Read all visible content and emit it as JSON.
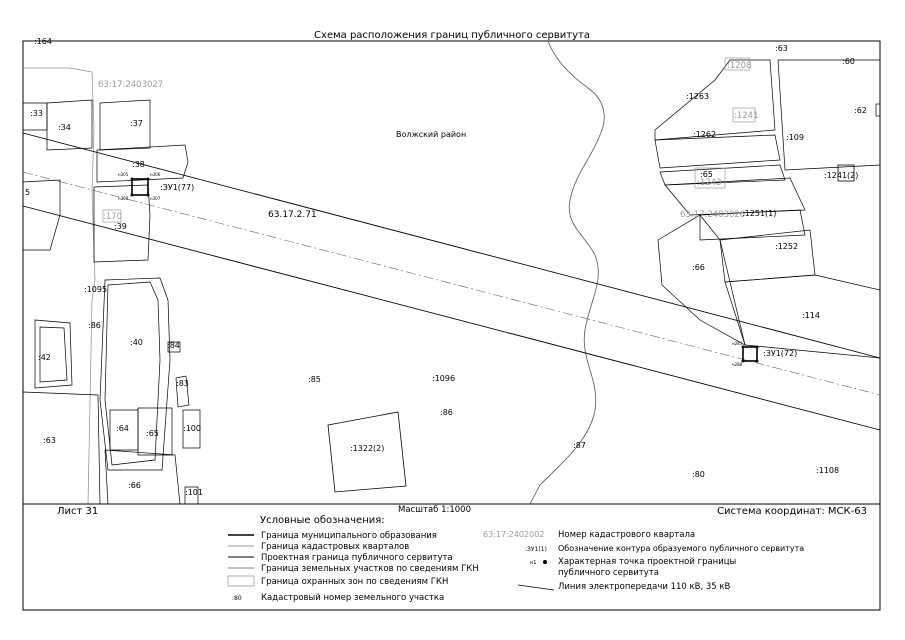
{
  "title": "Схема расположения границ публичного сервитута",
  "region": "Волжский район",
  "sheet": "Лист 31",
  "scale": "Масштаб 1:1000",
  "coord_system": "Система координат: МСК-63",
  "line_code": "63.17.2.71",
  "quarters": [
    {
      "id": "q1",
      "text": "63:17:2403027"
    },
    {
      "id": "q2",
      "text": "63:17:2403026"
    }
  ],
  "parcels": [
    {
      "id": "p164",
      "text": ":164"
    },
    {
      "id": "p33",
      "text": ":33"
    },
    {
      "id": "p34",
      "text": ":34"
    },
    {
      "id": "p37",
      "text": ":37"
    },
    {
      "id": "p38",
      "text": ":38"
    },
    {
      "id": "p5",
      "text": "5"
    },
    {
      "id": "p170",
      "text": ":170"
    },
    {
      "id": "p39",
      "text": ":39"
    },
    {
      "id": "p1095",
      "text": ":1095"
    },
    {
      "id": "p86a",
      "text": ":86"
    },
    {
      "id": "p40",
      "text": ":40"
    },
    {
      "id": "p84",
      "text": ":84"
    },
    {
      "id": "p42",
      "text": ":42"
    },
    {
      "id": "p83",
      "text": ":83"
    },
    {
      "id": "p85",
      "text": ":85"
    },
    {
      "id": "p1096",
      "text": ":1096"
    },
    {
      "id": "p86b",
      "text": ":86"
    },
    {
      "id": "p63a",
      "text": ":63"
    },
    {
      "id": "p64",
      "text": ":64"
    },
    {
      "id": "p65a",
      "text": ":65"
    },
    {
      "id": "p100",
      "text": ":100"
    },
    {
      "id": "p66a",
      "text": ":66"
    },
    {
      "id": "p101",
      "text": ":101"
    },
    {
      "id": "p1322",
      "text": ":1322(2)"
    },
    {
      "id": "p87",
      "text": ":87"
    },
    {
      "id": "p63b",
      "text": ":63"
    },
    {
      "id": "p1208",
      "text": ":1208"
    },
    {
      "id": "p60",
      "text": ":60"
    },
    {
      "id": "p1263",
      "text": ":1263"
    },
    {
      "id": "p62",
      "text": ":62"
    },
    {
      "id": "p1241",
      "text": ":1241"
    },
    {
      "id": "p1262",
      "text": ":1262"
    },
    {
      "id": "p109",
      "text": ":109"
    },
    {
      "id": "p65b",
      "text": ":65"
    },
    {
      "id": "p1243",
      "text": ":1243"
    },
    {
      "id": "p1241b",
      "text": ":1241(2)"
    },
    {
      "id": "p1251",
      "text": ":1251(1)"
    },
    {
      "id": "p1252",
      "text": ":1252"
    },
    {
      "id": "p66b",
      "text": ":66"
    },
    {
      "id": "p114",
      "text": ":114"
    },
    {
      "id": "p80",
      "text": ":80"
    },
    {
      "id": "p1108",
      "text": ":1108"
    }
  ],
  "servitude_labels": [
    {
      "id": "s77",
      "text": ":ЗУ1(77)"
    },
    {
      "id": "s72",
      "text": ":ЗУ1(72)"
    }
  ],
  "legend": {
    "heading": "Условные обозначения:",
    "items_left": [
      "Граница муниципального образования",
      "Граница кадастровых кварталов",
      "Проектная граница публичного сервитута",
      "Граница земельных участков по сведениям ГКН",
      "Граница охранных зон по сведениям ГКН",
      "Кадастровый номер земельного участка"
    ],
    "parcel_sample": ":80",
    "quarter_sample": "63:17:2402002",
    "quarter_label": "Номер кадастрового квартала",
    "zu_sample": ":ЗУ1(1)",
    "zu_label": "Обозначение контура образуемого публичного сервитута",
    "point_sample": "н1",
    "point_label_1": "Характерная точка проектной границы",
    "point_label_2": "публичного сервитута",
    "powerline_label": "Линия электропередачи 110 кВ, 35 кВ"
  },
  "colors": {
    "line": "#000000",
    "gray_text": "#9a9a9a",
    "light_line": "#8a8a8a"
  }
}
